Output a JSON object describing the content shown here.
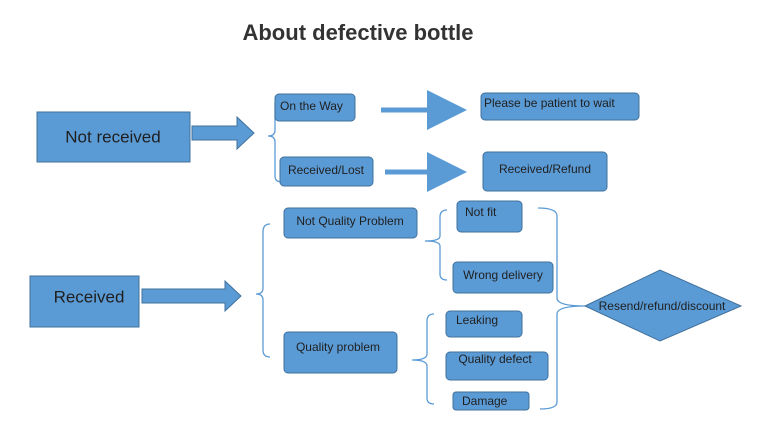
{
  "title": "About defective bottle",
  "colors": {
    "box_fill": "#5b9bd5",
    "box_stroke": "#41719c",
    "line": "#5b9bd5",
    "text": "#1f1f1f"
  },
  "nodes": {
    "not_received": "Not received",
    "on_the_way": "On the Way",
    "please_wait": "Please be patient to wait",
    "received_lost": "Received/Lost",
    "received_refund": "Received/Refund",
    "received": "Received",
    "not_quality_problem": "Not Quality Problem",
    "not_fit": "Not fit",
    "wrong_delivery": "Wrong delivery",
    "quality_problem": "Quality problem",
    "leaking": "Leaking",
    "quality_defect": "Quality defect",
    "damage": "Damage",
    "resolution": "Resend/refund/discount"
  }
}
